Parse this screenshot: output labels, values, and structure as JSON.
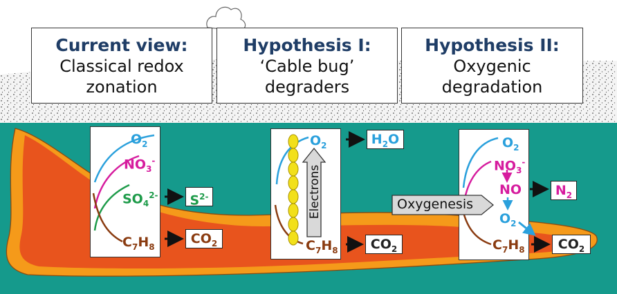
{
  "headers": [
    {
      "title": "Current view:",
      "subtitle_line1": "Classical redox",
      "subtitle_line2": "zonation"
    },
    {
      "title": "Hypothesis I:",
      "subtitle_line1": "‘Cable bug’",
      "subtitle_line2": "degraders"
    },
    {
      "title": "Hypothesis II:",
      "subtitle_line1": "Oxygenic",
      "subtitle_line2": "degradation"
    }
  ],
  "labels": {
    "o2_main": "O",
    "o2_sub": "2",
    "no3_main": "NO",
    "no3_sub": "3",
    "no3_sup": "-",
    "so4_main": "SO",
    "so4_sub": "4",
    "so4_sup": "2-",
    "c7h8_c": "C",
    "c7h8_7": "7",
    "c7h8_h": "H",
    "c7h8_8": "8",
    "no_label": "NO"
  },
  "products": {
    "s2_main": "S",
    "s2_sup": "2-",
    "co2_main": "CO",
    "co2_sub": "2",
    "h2o_h": "H",
    "h2o_sub": "2",
    "h2o_o": "O",
    "n2_main": "N",
    "n2_sub": "2"
  },
  "process_labels": {
    "electrons": "Electrons",
    "oxygenesis": "Oxygenesis"
  },
  "colors": {
    "sky": "#ffffff",
    "sediment_surface": "#f3f3f3",
    "aquifer_water": "#159a8c",
    "plume_outer": "#f59a1a",
    "plume_inner": "#e8541d",
    "header_title": "#1f3d66",
    "o2": "#2aa0dc",
    "nitrate": "#d61c9e",
    "sulfate": "#1e9b4a",
    "toluene": "#8a3b10",
    "cable_bacteria": "#f2e01a"
  }
}
